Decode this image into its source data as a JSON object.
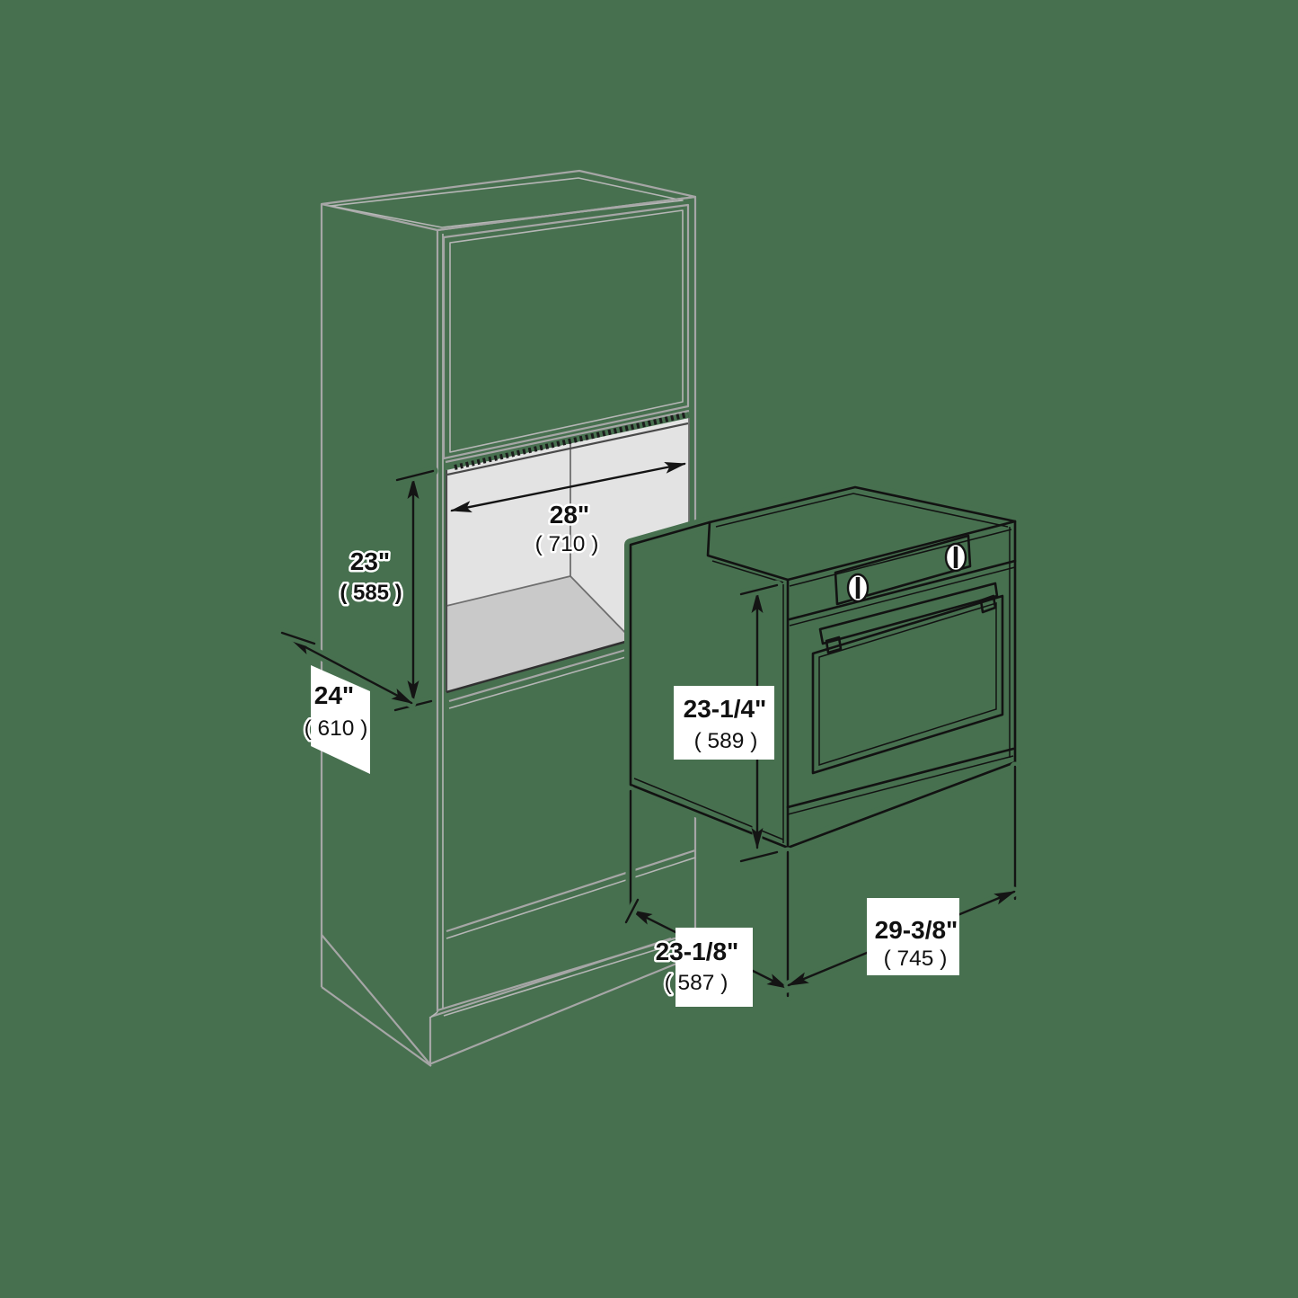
{
  "colors": {
    "background": "#47704F",
    "cabinet_line": "#a6a6a6",
    "oven_line": "#121212",
    "niche_wall": "#e3e3e3",
    "niche_floor": "#c9c9c9",
    "label_background": "#ffffff",
    "text": "#111111"
  },
  "dimensions": {
    "cutout_width": {
      "label": "28\"",
      "metric": "( 710 )"
    },
    "cutout_height": {
      "label": "23\"",
      "metric": "( 585 )"
    },
    "cutout_depth": {
      "label": "24\"",
      "metric": "( 610 )"
    },
    "oven_height": {
      "label": "23-1/4\"",
      "metric": "( 589 )"
    },
    "oven_depth": {
      "label": "23-1/8\"",
      "metric": "( 587 )"
    },
    "oven_width": {
      "label": "29-3/8\"",
      "metric": "( 745 )"
    }
  }
}
